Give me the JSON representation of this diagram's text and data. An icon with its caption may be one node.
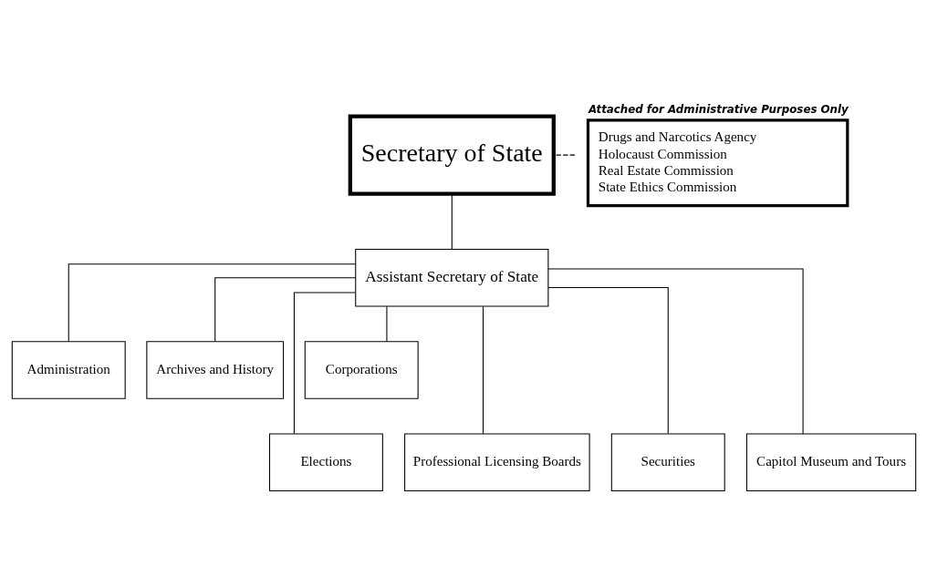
{
  "diagram": {
    "nodes": [
      {
        "text": [
          "Secretary of State"
        ]
      },
      {
        "text": [
          "Attached for Administrative Purposes Only",
          "Drugs and Narcotics Agency",
          "Holocaust Commission",
          "Real Estate Commission",
          "State Ethics Commission"
        ]
      },
      {
        "text": [
          "Assistant Secretary of State"
        ]
      },
      {
        "text": [
          "Administration"
        ]
      },
      {
        "text": [
          "Archives and History"
        ]
      },
      {
        "text": [
          "Corporations"
        ]
      },
      {
        "text": [
          "Elections"
        ]
      },
      {
        "text": [
          "Professional Licensing Boards"
        ]
      },
      {
        "text": [
          "Securities"
        ]
      },
      {
        "text": [
          "Capitol Museum and Tours"
        ]
      }
    ],
    "edges": [
      {
        "from": 0,
        "to": 2,
        "arrow": "none"
      },
      {
        "from": 1,
        "to": 0,
        "arrow": "none",
        "style": "dashed"
      },
      {
        "from": 2,
        "to": 6,
        "arrow": "none"
      },
      {
        "from": 2,
        "to": 3,
        "arrow": "none"
      },
      {
        "from": 2,
        "to": 7,
        "arrow": "none"
      },
      {
        "from": 2,
        "to": 4,
        "arrow": "none"
      },
      {
        "from": 2,
        "to": 8,
        "arrow": "none"
      },
      {
        "from": 2,
        "to": 5,
        "arrow": "none"
      },
      {
        "from": 2,
        "to": 9,
        "arrow": "none"
      }
    ]
  }
}
